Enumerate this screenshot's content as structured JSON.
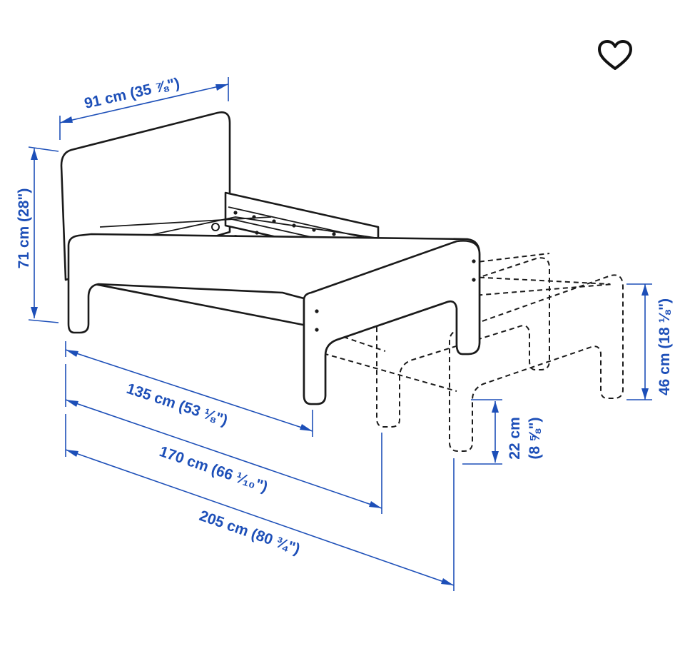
{
  "product_dimensions": {
    "width": "91 cm (35 ⅞\")",
    "height": "71 cm (28\")",
    "length_short": "135 cm (53 ⅛\")",
    "length_medium": "170 cm (66 ¹⁄₁₀\")",
    "length_long": "205 cm (80 ¾\")",
    "side_height": "46 cm (18 ⅛\")",
    "leg_height_cm": "22 cm",
    "leg_height_in": "(8 ⅝\")"
  },
  "icons": {
    "favourite": "heart-outline-icon"
  },
  "colors": {
    "dimension_blue": "#1d4fb8",
    "line_art": "#1a1a1a"
  }
}
